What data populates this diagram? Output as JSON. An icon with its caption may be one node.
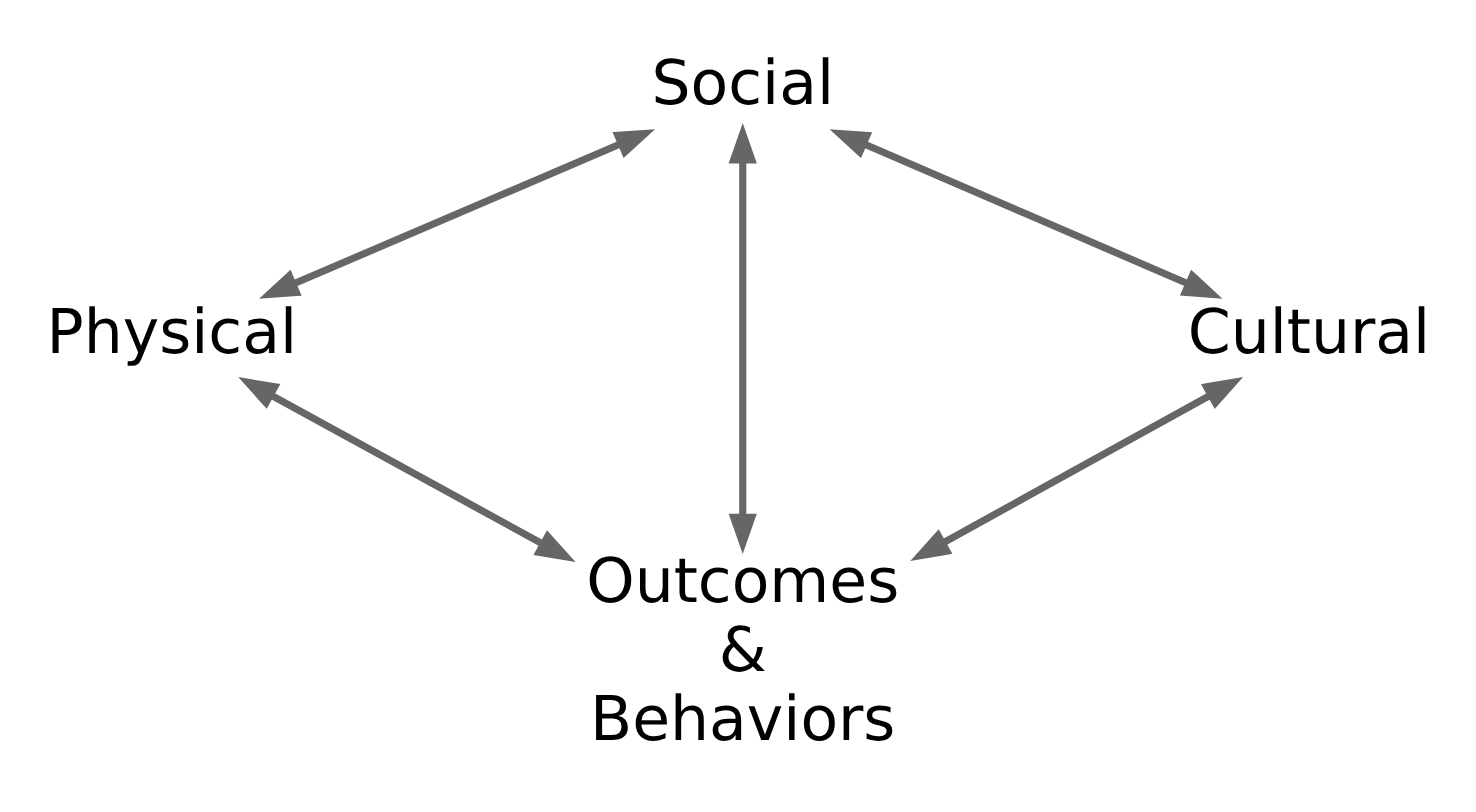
{
  "diagram": {
    "nodes": [
      {
        "text": [
          "Social"
        ]
      },
      {
        "text": [
          "Physical"
        ]
      },
      {
        "text": [
          "Cultural"
        ]
      },
      {
        "text": [
          "Outcomes & Behaviors"
        ]
      }
    ],
    "edges": [
      {
        "from": 0,
        "to": 1,
        "arrow": "both"
      },
      {
        "from": 0,
        "to": 2,
        "arrow": "both"
      },
      {
        "from": 0,
        "to": 3,
        "arrow": "both"
      },
      {
        "from": 1,
        "to": 3,
        "arrow": "both"
      },
      {
        "from": 2,
        "to": 3,
        "arrow": "both"
      }
    ]
  }
}
